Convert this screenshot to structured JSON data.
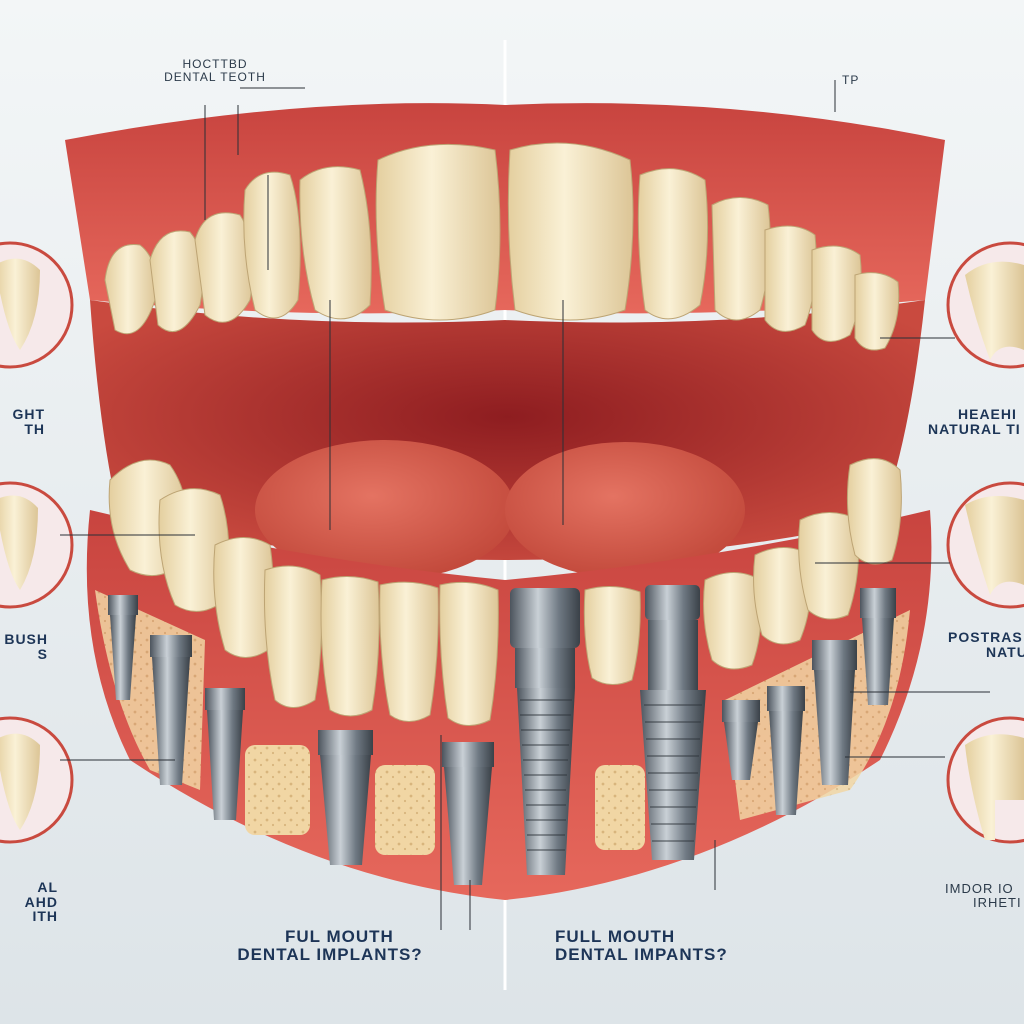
{
  "labels": {
    "top_left_line1": "HOCTTBD",
    "top_left_line2": "DENTAL TEOTH",
    "top_right": "TP",
    "left_1_line1": "GHT",
    "left_1_line2": "TH",
    "left_2_line1": "BUSH",
    "left_2_line2": "S",
    "left_3_line1": "AL AHD",
    "left_3_line2": "ITH",
    "right_1_line1": "HEAEHI",
    "right_1_line2": "NATURAL TI",
    "right_2_line1": "POSTRAS",
    "right_2_line2": "NATU",
    "right_3_line1": "IMDOR IO",
    "right_3_line2": "IRHETI",
    "bottom_left_line1": "FUL MOUTH",
    "bottom_left_line2": "DENTAL IMPLANTS?",
    "bottom_right_line1": "FULL MOUTH",
    "bottom_right_line2": "DENTAL IMPANTS?"
  },
  "colors": {
    "background": "#eef2f4",
    "gum": "#d8504a",
    "gum_dark": "#a82a2a",
    "tooth": "#f1e3bf",
    "bone": "#f2d7a3",
    "implant": "#8a939c",
    "text": "#1d3557"
  }
}
